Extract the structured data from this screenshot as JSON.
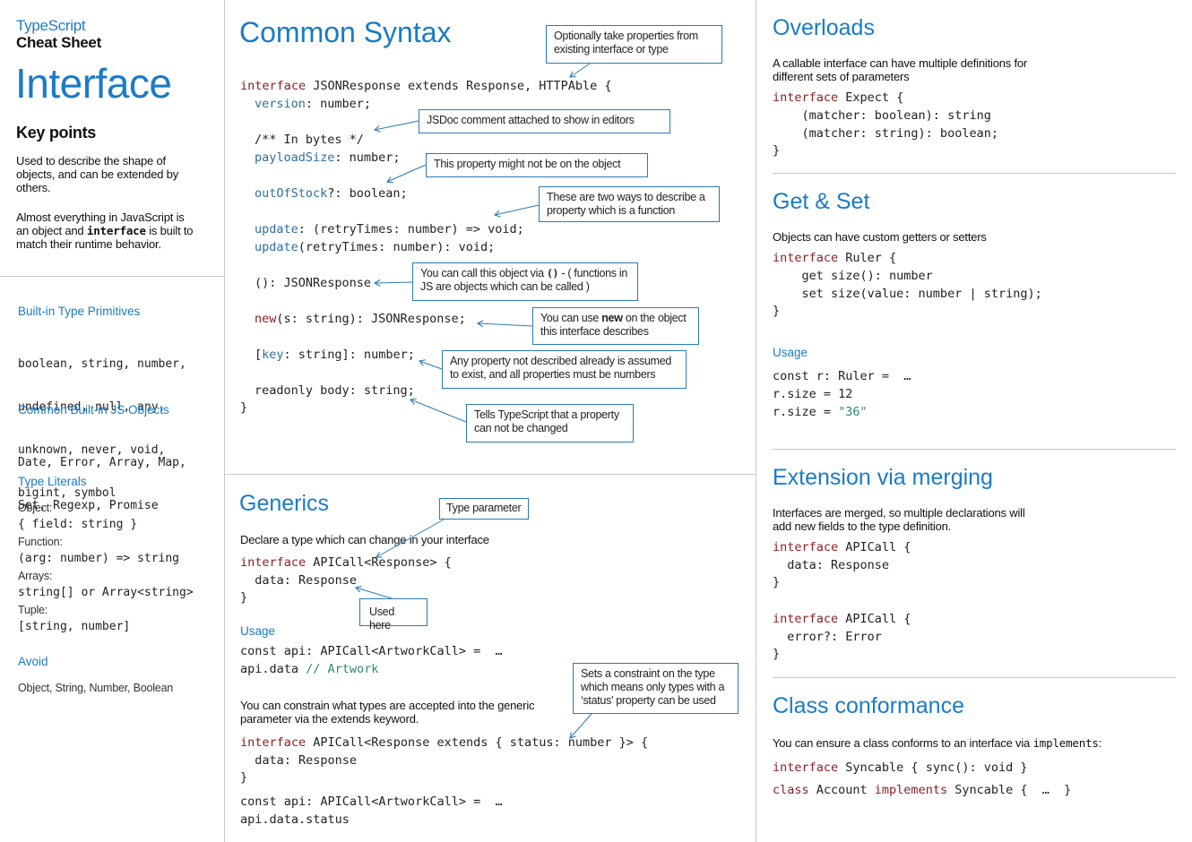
{
  "sidebar": {
    "brand_line1": "TypeScript",
    "brand_line2": "Cheat Sheet",
    "title": "Interface",
    "key_points_heading": "Key points",
    "key_points_p1": "Used to describe the shape of objects, and can be extended by others.",
    "key_points_p2_a": "Almost everything in JavaScript is an object and ",
    "key_points_p2_code": "interface",
    "key_points_p2_b": " is built to match their runtime behavior.",
    "primitives_heading": "Built-in Type Primitives",
    "primitives_lines": [
      "boolean, string, number,",
      "undefined, null, any,",
      "unknown, never, void,",
      "bigint, symbol"
    ],
    "builtin_objects_heading": "Common Built-in JS Objects",
    "builtin_objects_lines": [
      "Date, Error, Array, Map,",
      "Set, Regexp, Promise"
    ],
    "type_literals_heading": "Type Literals",
    "type_literals": [
      {
        "label": "Object:",
        "code": "{ field: string }"
      },
      {
        "label": "Function:",
        "code": "(arg: number) => string"
      },
      {
        "label": "Arrays:",
        "code": "string[] or Array<string>"
      },
      {
        "label": "Tuple:",
        "code": "[string, number]"
      }
    ],
    "avoid_heading": "Avoid",
    "avoid_text": "Object, String, Number, Boolean"
  },
  "common_syntax": {
    "title": "Common Syntax",
    "code": {
      "l1_kw": "interface",
      "l1_rest": " JSONResponse extends Response, HTTPAble {",
      "l2_prop": "version",
      "l2_rest": ": number;",
      "l3_comment": "/** In bytes */",
      "l4_prop": "payloadSize",
      "l4_rest": ": number;",
      "l5_prop": "outOfStock",
      "l5_rest": "?: boolean;",
      "l6_prop": "update",
      "l6_rest": ": (retryTimes: number) => void;",
      "l7_prop": "update",
      "l7_rest": "(retryTimes: number): void;",
      "l8": "(): JSONResponse",
      "l9_kw": "new",
      "l9_rest": "(s: string): JSONResponse;",
      "l10_a": "[",
      "l10_prop": "key",
      "l10_rest": ": string]: number;",
      "l11": "readonly body: string;",
      "l12": "}"
    },
    "callouts": {
      "extends": "Optionally take properties from existing interface or type",
      "jsdoc": "JSDoc comment attached to show in editors",
      "optional": "This property might not be on the object",
      "function_prop": "These are two ways to describe a property which is a function",
      "callable_a": "You can call this object via ",
      "callable_code": "()",
      "callable_b": " - ( functions in JS are objects which can be called )",
      "newable_a": "You can use ",
      "newable_code": "new",
      "newable_b": " on the object this interface describes",
      "index": "Any property not described already is assumed to exist, and all properties must be numbers",
      "readonly": "Tells TypeScript that a property can not be changed"
    }
  },
  "generics": {
    "title": "Generics",
    "callout_type_param": "Type parameter",
    "description": "Declare a type which can change in your interface",
    "code1_kw": "interface",
    "code1_rest": " APICall<Response> {",
    "code2": "  data: Response",
    "code3": "}",
    "callout_used_here": "Used here",
    "usage_heading": "Usage",
    "usage1": "const api: APICall<ArtworkCall> =  …",
    "usage2_a": "api.data ",
    "usage2_comment": "// Artwork",
    "constrain_text": "You can constrain what types are accepted into the generic parameter via the extends keyword.",
    "callout_constraint": "Sets a constraint on the type which means only types with a ‘status’ property can be used",
    "code4_kw": "interface",
    "code4_rest": " APICall<Response extends { status: number }> {",
    "code5": "  data: Response",
    "code6": "}",
    "usage3": "const api: APICall<ArtworkCall> =  …",
    "usage4": "api.data.status"
  },
  "overloads": {
    "title": "Overloads",
    "description": "A callable interface can have multiple definitions for different sets of parameters",
    "code_kw": "interface",
    "code_rest": " Expect {",
    "lines": [
      "    (matcher: boolean): string",
      "    (matcher: string): boolean;",
      "}"
    ]
  },
  "get_set": {
    "title": "Get & Set",
    "description": "Objects can have custom getters or setters",
    "code_kw": "interface",
    "code_rest": " Ruler {",
    "lines": [
      "    get size(): number",
      "    set size(value: number | string);",
      "}"
    ],
    "usage_heading": "Usage",
    "usage1": "const r: Ruler =  …",
    "usage2": "r.size = 12",
    "usage3_a": "r.size = ",
    "usage3_str": "\"36\""
  },
  "merging": {
    "title": "Extension via merging",
    "description": "Interfaces are merged, so multiple declarations will add new fields to the type definition.",
    "block1_kw": "interface",
    "block1_rest": " APICall {",
    "block1_lines": [
      "  data: Response",
      "}"
    ],
    "block2_kw": "interface",
    "block2_rest": " APICall {",
    "block2_lines": [
      "  error?: Error",
      "}"
    ]
  },
  "class_conformance": {
    "title": "Class conformance",
    "description_a": "You can ensure a class conforms to an interface via ",
    "description_code": "implements",
    "description_b": ":",
    "line1_kw": "interface",
    "line1_rest": " Syncable { sync(): void }",
    "line2_kw1": "class",
    "line2_mid": " Account ",
    "line2_kw2": "implements",
    "line2_rest": " Syncable {  …  }"
  },
  "colors": {
    "accent": "#1b7bc6",
    "keyword": "#8b1f24",
    "property": "#2f6f9e",
    "comment": "#2e8a72",
    "divider": "#c8c8c8"
  }
}
